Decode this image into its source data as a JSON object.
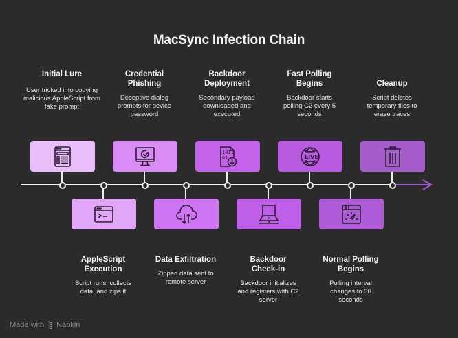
{
  "title": "MacSync Infection Chain",
  "steps": [
    {
      "title": "Initial Lure",
      "description": "User tricked into copying malicious AppleScript from fake prompt",
      "icon": "browser-window-icon",
      "position": "top",
      "color": "#e8bdfa"
    },
    {
      "title": "AppleScript Execution",
      "description": "Script runs, collects data, and zips it",
      "icon": "terminal-icon",
      "position": "bottom",
      "color": "#e2a6f8"
    },
    {
      "title": "Credential Phishing",
      "description": "Deceptive dialog prompts for device password",
      "icon": "monitor-check-icon",
      "position": "top",
      "color": "#d98cf6"
    },
    {
      "title": "Data Exfiltration",
      "description": "Zipped data sent to remote server",
      "icon": "cloud-transfer-icon",
      "position": "bottom",
      "color": "#cf74f3"
    },
    {
      "title": "Backdoor Deployment",
      "description": "Secondary payload downloaded and executed",
      "icon": "binary-file-download-icon",
      "position": "top",
      "color": "#c462ec"
    },
    {
      "title": "Backdoor Check-in",
      "description": "Backdoor initializes and registers with C2 server",
      "icon": "laptop-icon",
      "position": "bottom",
      "color": "#bf5ee8"
    },
    {
      "title": "Fast Polling Begins",
      "description": "Backdoor starts polling C2 every 5 seconds",
      "icon": "live-globe-icon",
      "position": "top",
      "color": "#b85be2"
    },
    {
      "title": "Normal Polling Begins",
      "description": "Polling interval changes to 30 seconds",
      "icon": "speed-gauge-window-icon",
      "position": "bottom",
      "color": "#ad5bd6"
    },
    {
      "title": "Cleanup",
      "description": "Script deletes temporary files to erase traces",
      "icon": "trash-icon",
      "position": "top",
      "color": "#a45dca"
    }
  ],
  "footer": {
    "prefix": "Made with",
    "brand": "Napkin"
  },
  "colors": {
    "background": "#2b2b2b",
    "line": "#f0f0f0",
    "arrow": "#a25ed0",
    "icon_stroke": "#2a2030"
  }
}
